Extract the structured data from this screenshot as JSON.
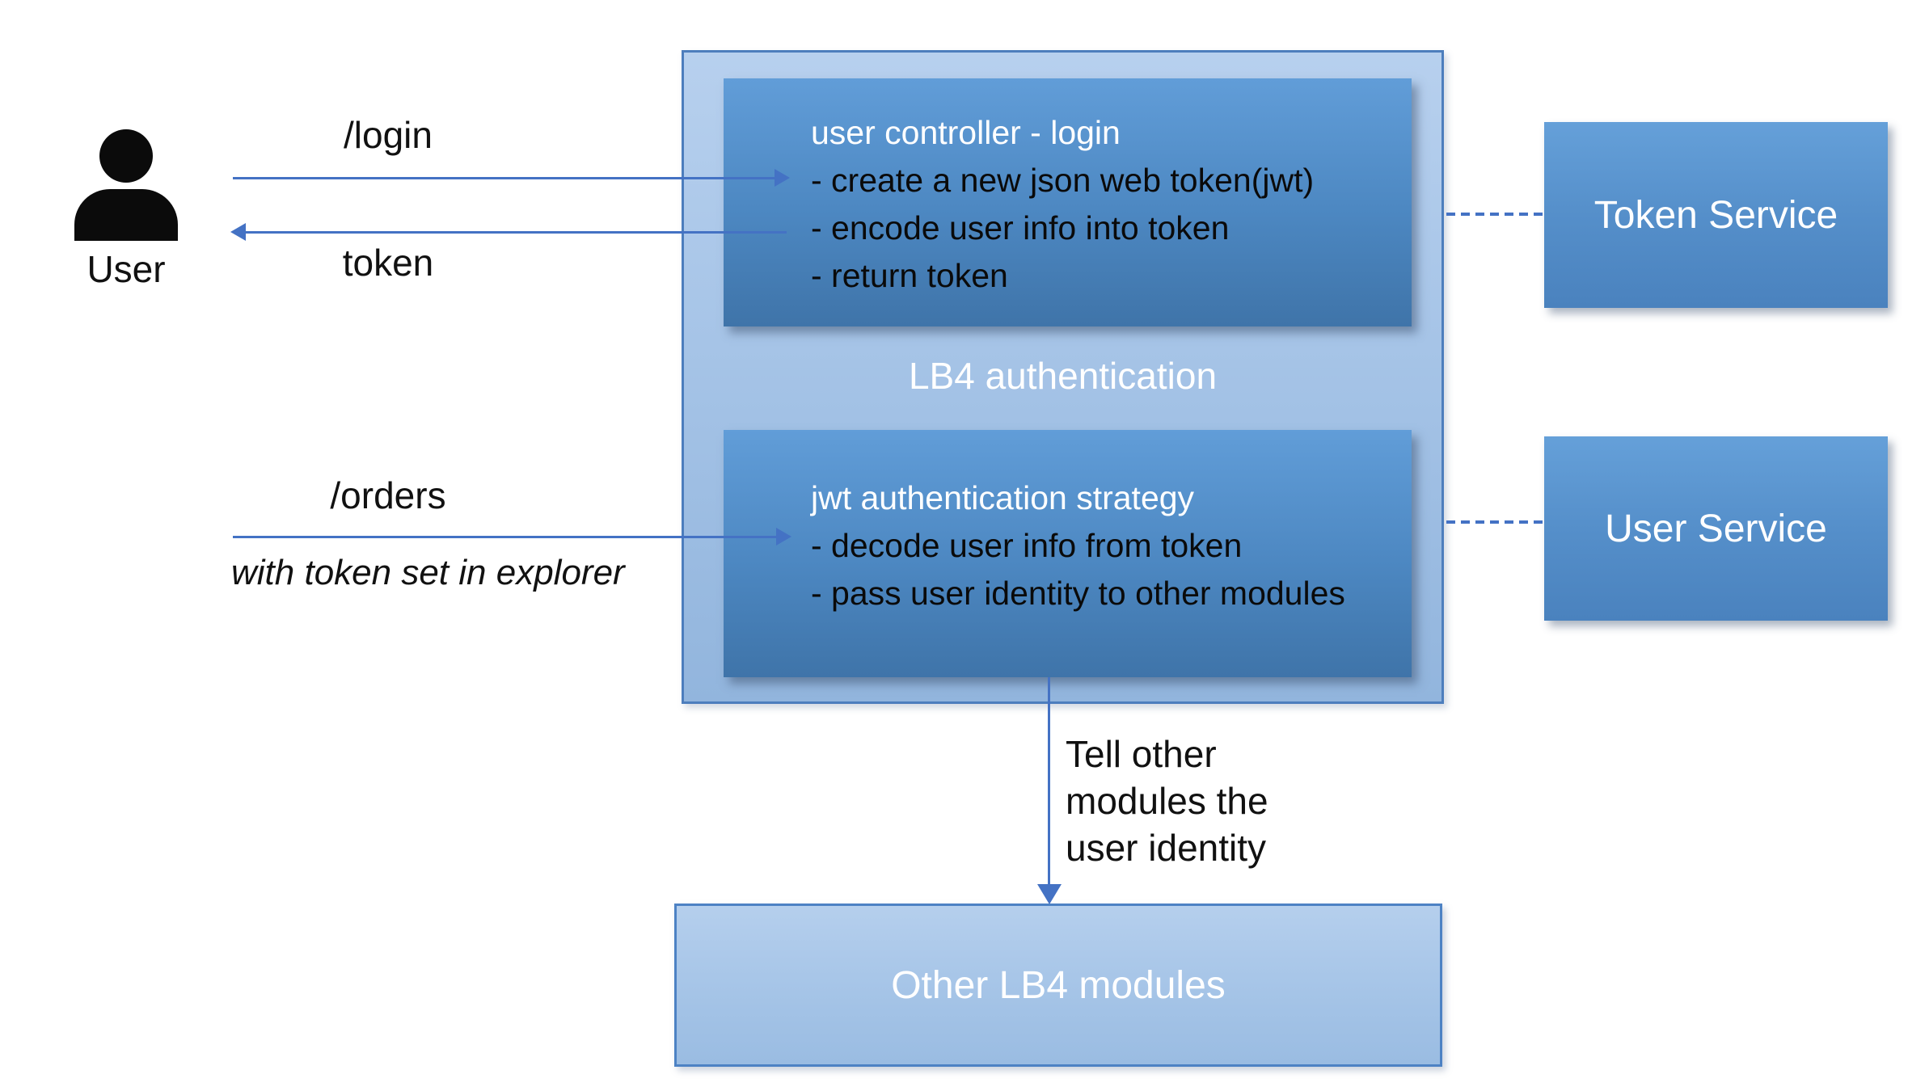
{
  "colors": {
    "arrow_blue": "#4472c4",
    "container_border": "#4d7ebd",
    "container_fill_top": "#b7d0ee",
    "container_fill_bottom": "#92b5dd",
    "inner_box_top": "#619dd8",
    "inner_box_bottom": "#3f74a9",
    "service_box_top": "#65a0d9",
    "service_box_bottom": "#4a82be",
    "modules_border": "#4d82c4",
    "modules_fill_top": "#b5cfed",
    "modules_fill_bottom": "#9abce2"
  },
  "user": {
    "label": "User"
  },
  "flows": {
    "login": {
      "label": "/login"
    },
    "token": {
      "label": "token"
    },
    "orders": {
      "label": "/orders",
      "note": "with token set in explorer"
    },
    "identity": {
      "lines": [
        "Tell other",
        "modules the",
        "user identity"
      ]
    }
  },
  "lb4_container": {
    "label": "LB4 authentication",
    "user_controller_box": {
      "title": "user controller - login",
      "bullets": [
        "- create a new json web token(jwt)",
        "- encode user info into token",
        "- return token"
      ]
    },
    "jwt_strategy_box": {
      "title": "jwt authentication strategy",
      "bullets": [
        "- decode user info from token",
        "- pass user identity to other modules"
      ]
    }
  },
  "services": {
    "token": {
      "label": "Token Service"
    },
    "user": {
      "label": "User Service"
    }
  },
  "other_modules": {
    "label": "Other LB4 modules"
  }
}
